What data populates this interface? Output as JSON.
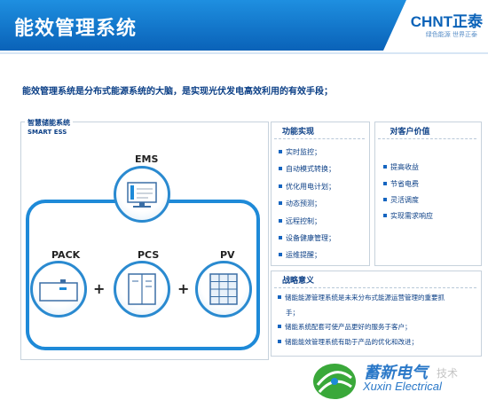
{
  "header": {
    "title": "能效管理系统",
    "logo": "CHNT正泰",
    "logo_sub": "绿色能源 世界正泰"
  },
  "subtitle": "能效管理系统是分布式能源系统的大脑，是实现光伏发电高效利用的有效手段；",
  "ess": {
    "title": "智慧储能系统",
    "subtitle": "SMART ESS",
    "ems_label": "EMS",
    "pack_label": "PACK",
    "pcs_label": "PCS",
    "pv_label": "PV",
    "plus": "+"
  },
  "functions": {
    "title": "功能实现",
    "items": [
      "实时监控；",
      "自动模式转换；",
      "优化用电计划；",
      "动态预测；",
      "远程控制；",
      "设备健康管理；",
      "运维提醒；"
    ]
  },
  "value": {
    "title": "对客户价值",
    "items": [
      "提高收益",
      "节省电费",
      "灵活调度",
      "实现需求响应"
    ]
  },
  "strategy": {
    "title": "战略意义",
    "items": [
      "储能能源管理系统是未来分布式能源运营管理的重要抓",
      "手；",
      "储能系统配套可使产品更好的服务于客户；",
      "储能能效管理系统有助于产品的优化和改进；"
    ]
  },
  "footer": {
    "brand": "蓄新电气",
    "brand_en": "Xuxin Electrical",
    "watermark": "技术"
  },
  "colors": {
    "header": "#0a62b8",
    "accent": "#1e8ad8",
    "text": "#0b3f86",
    "brand_green": "#3aa83a"
  }
}
